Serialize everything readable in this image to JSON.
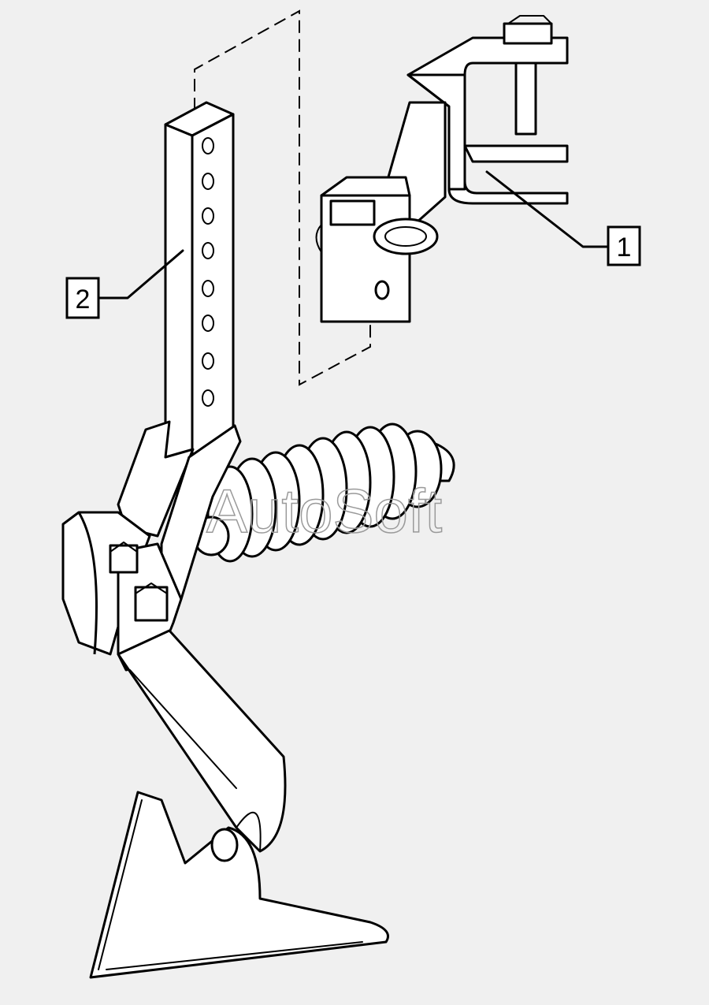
{
  "diagram": {
    "callouts": [
      {
        "id": "1",
        "label": "1",
        "part": "mounting-bracket"
      },
      {
        "id": "2",
        "label": "2",
        "part": "shank-bar"
      }
    ],
    "watermark": "AutoSoft",
    "colors": {
      "background": "#f0f0f0",
      "line": "#000000",
      "fill": "#ffffff",
      "watermark": "#9a9a9a"
    }
  }
}
